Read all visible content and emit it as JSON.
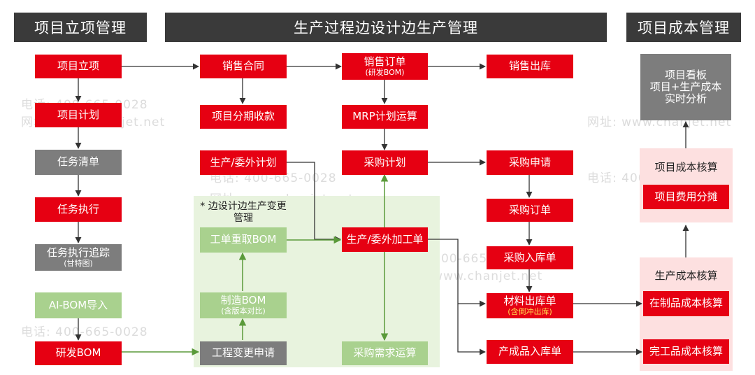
{
  "headers": {
    "left": "项目立项管理",
    "middle": "生产过程边设计边生产管理",
    "right": "项目成本管理"
  },
  "nodes": {
    "project_approval": "项目立项",
    "project_plan": "项目计划",
    "task_list": "任务清单",
    "task_execution": "任务执行",
    "task_tracking": "任务执行追踪",
    "task_tracking_sub": "(甘特图)",
    "ai_bom_import": "AI-BOM导入",
    "rd_bom": "研发BOM",
    "sales_contract": "销售合同",
    "installment_collection": "项目分期收款",
    "production_outsource_plan": "生产/委外计划",
    "change_panel_title": "* 边设计边生产变更管理",
    "work_order_rebom": "工单重取BOM",
    "mfg_bom": "制造BOM",
    "mfg_bom_sub": "(含版本对比)",
    "engineering_change": "工程变更申请",
    "sales_order": "销售订单",
    "sales_order_sub": "(研发BOM)",
    "mrp_run": "MRP计划运算",
    "purchase_plan": "采购计划",
    "production_outsource_order": "生产/委外加工单",
    "purchase_demand_calc": "采购需求运算",
    "sales_outbound": "销售出库",
    "purchase_request": "采购申请",
    "purchase_order": "采购订单",
    "purchase_receipt": "采购入库单",
    "material_issue": "材料出库单",
    "material_issue_sub": "(含倒冲出库)",
    "finished_goods_receipt": "产成品入库单",
    "project_dashboard_line1": "项目看板",
    "project_dashboard_line2": "项目+生产成本",
    "project_dashboard_line3": "实时分析",
    "project_cost_accounting": "项目成本核算",
    "project_expense_allocation": "项目费用分摊",
    "production_cost_accounting": "生产成本核算",
    "wip_cost_accounting": "在制品成本核算",
    "finished_cost_accounting": "完工品成本核算"
  },
  "watermark": {
    "phone": "电话: 400-665-0028",
    "site": "网址: www.chanjet.net"
  },
  "colors": {
    "red": "#e60012",
    "gray": "#7d7d7d",
    "green": "#a9d18e",
    "header": "#3a3a3a",
    "panel_green": "#e8f3de",
    "panel_pink": "#fde0e0"
  }
}
